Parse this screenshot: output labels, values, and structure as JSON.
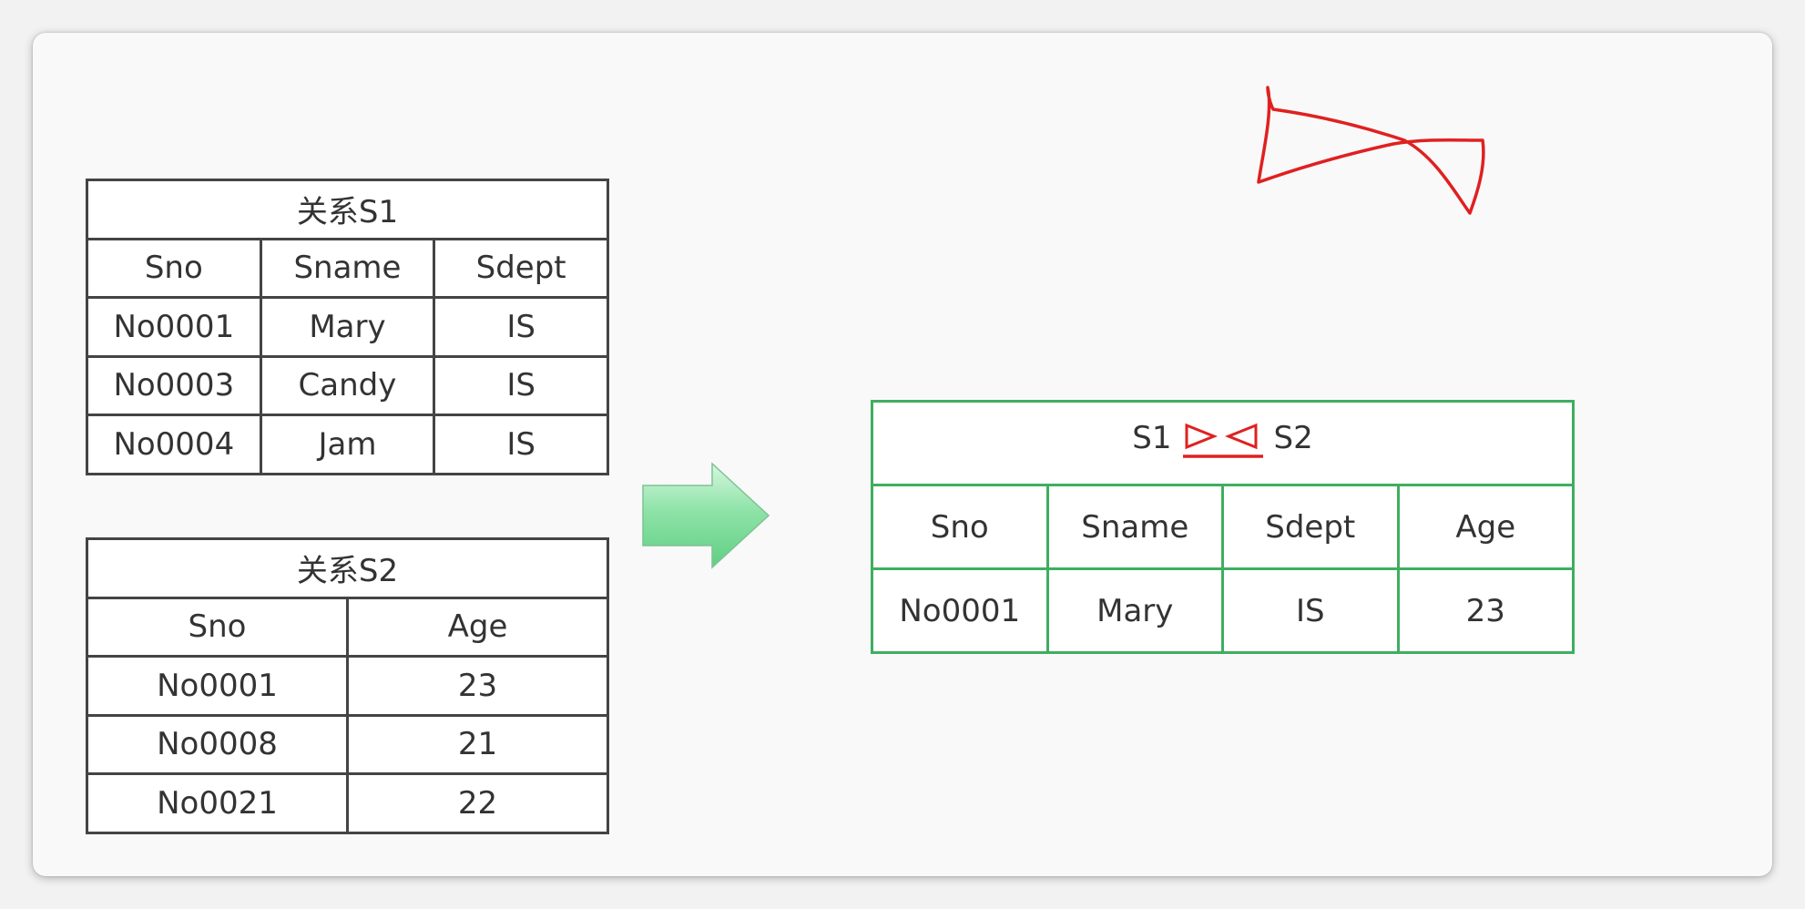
{
  "relation_s1": {
    "title": "关系S1",
    "columns": [
      "Sno",
      "Sname",
      "Sdept"
    ],
    "rows": [
      [
        "No0001",
        "Mary",
        "IS"
      ],
      [
        "No0003",
        "Candy",
        "IS"
      ],
      [
        "No0004",
        "Jam",
        "IS"
      ]
    ]
  },
  "relation_s2": {
    "title": "关系S2",
    "columns": [
      "Sno",
      "Age"
    ],
    "rows": [
      [
        "No0001",
        "23"
      ],
      [
        "No0008",
        "21"
      ],
      [
        "No0021",
        "22"
      ]
    ]
  },
  "result": {
    "left_operand": "S1",
    "right_operand": "S2",
    "operator_icon": "natural-join-icon",
    "columns": [
      "Sno",
      "Sname",
      "Sdept",
      "Age"
    ],
    "rows": [
      [
        "No0001",
        "Mary",
        "IS",
        "23"
      ]
    ]
  },
  "colors": {
    "table_border": "#444444",
    "result_border": "#3fae5f",
    "join_symbol": "#e02020",
    "arrow_fill": "#7fdc9c"
  }
}
